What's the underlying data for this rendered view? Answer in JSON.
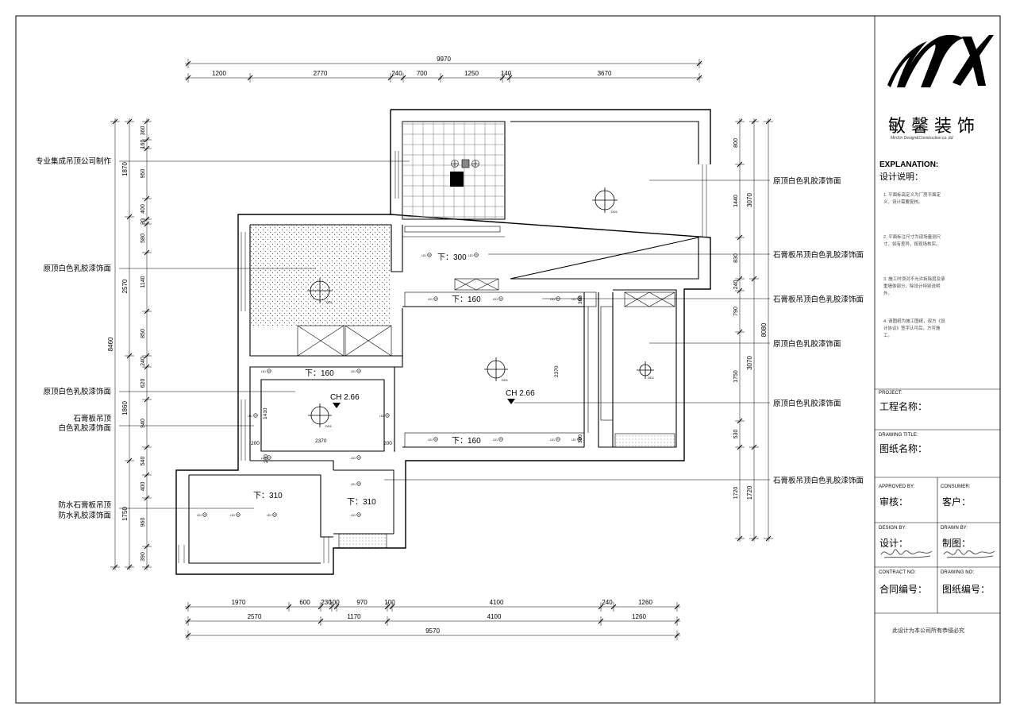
{
  "plan": {
    "top_total": "9970",
    "top_segments": [
      "1200",
      "2770",
      "240",
      "700",
      "1250",
      "140",
      "3670"
    ],
    "bottom_row1": [
      "1970",
      "600",
      "230",
      "100",
      "970",
      "100",
      "4100",
      "240",
      "1260"
    ],
    "bottom_row2": [
      "2570",
      "1170",
      "4100",
      "1260"
    ],
    "bottom_total": "9570",
    "left_outer_total": "8460",
    "left_mid": [
      "1870",
      "2570",
      "1860",
      "1750"
    ],
    "left_inner": [
      "360",
      "160",
      "950",
      "400",
      "30",
      "580",
      "1140",
      "850",
      "240",
      "620",
      "940",
      "540",
      "400",
      "960",
      "390"
    ],
    "right_outer_total": "8080",
    "right_mid": [
      "3070",
      "3070",
      "1720"
    ],
    "right_inner": [
      "800",
      "1440",
      "830",
      "240",
      "790",
      "1750",
      "530",
      "1720"
    ],
    "heights": {
      "ch_1": "CH 2.66",
      "ch_2": "CH 2.66",
      "drop_300": "下：300",
      "drop_160_a": "下：160",
      "drop_160_b": "下：160",
      "drop_160_c": "下：160",
      "drop_310_a": "下：310",
      "drop_310_b": "下：310"
    },
    "room_dims": {
      "inner_w": "2370",
      "inner_h": "1410",
      "side_200_a": "200",
      "side_200_b": "200",
      "side_200_c": "200",
      "right_2370": "2370",
      "narrow_300": "300",
      "narrow_300b": "300"
    },
    "labels_left": [
      "专业集成吊顶公司制作",
      "原顶白色乳胶漆饰面",
      "原顶白色乳胶漆饰面",
      "石膏板吊顶",
      "白色乳胶漆饰面",
      "防水石膏板吊顶",
      "防水乳胶漆饰面"
    ],
    "labels_right": [
      "原顶白色乳胶漆饰面",
      "石膏板吊顶白色乳胶漆饰面",
      "石膏板吊顶白色乳胶漆饰面",
      "原顶白色乳胶漆饰面",
      "原顶白色乳胶漆饰面",
      "石膏板吊顶白色乳胶漆饰面"
    ],
    "light_tag": "LD1",
    "fixture_tag": "DD1"
  },
  "title_block": {
    "brand_cn": "敏馨装饰",
    "brand_en": "MinXin Design&Construction co.,ltd.",
    "explanation_en": "EXPLANATION:",
    "explanation_cn": "设计说明：",
    "notes": [
      "1. 平面标高定义为厂房平面定义，设计需要复核。",
      "2. 平面标注尺寸为现场量测尺寸，如有差异，按现场核实。",
      "3. 施工时须对不允许拆除层及承重墙体部分，除设计特别说明外。",
      "4. 请图纸为施工图纸，双方《设计协议》签字认可后，方可施工。"
    ],
    "project_label": "PROJECT:",
    "project_value": "工程名称：",
    "drawing_title_label": "DRAWING TITLE:",
    "drawing_title_value": "图纸名称：",
    "approved_label": "APPROVED BY:",
    "approved_value": "审核：",
    "consumer_label": "CONSUMER:",
    "consumer_value": "客户：",
    "design_label": "DESIGN BY:",
    "design_value": "设计：",
    "drawn_label": "DRAWN BY:",
    "drawn_value": "制图：",
    "contract_label": "CONTRACT NO:",
    "contract_value": "合同编号：",
    "drawing_no_label": "DRAWING NO:",
    "drawing_no_value": "图纸编号：",
    "copyright": "此设计为本公司所有恭侵必究"
  }
}
